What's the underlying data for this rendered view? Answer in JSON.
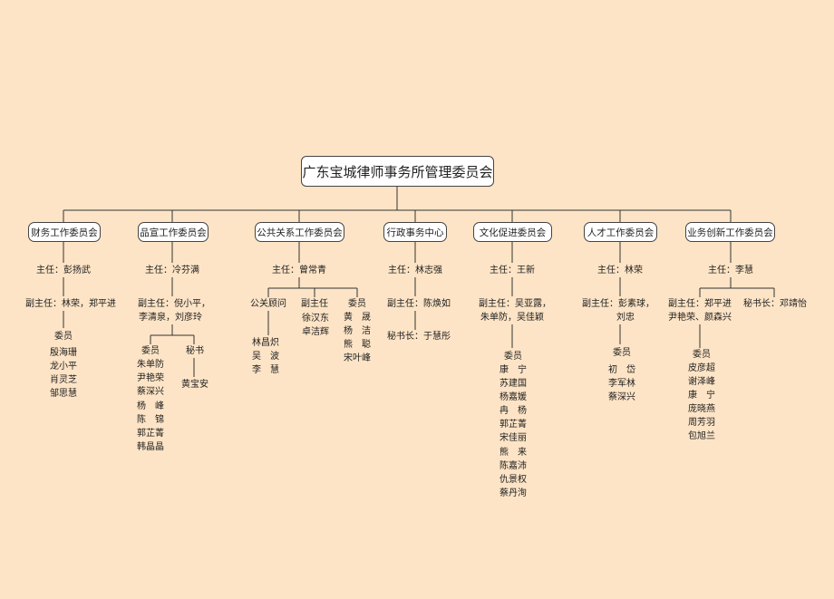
{
  "title": "广东宝城律师事务所管理委员会",
  "departments": [
    {
      "name": "财务工作委员会",
      "director": "主任：彭扬武",
      "deputy": "副主任：林荣，郑平进",
      "members_label": "委员",
      "members": [
        "殷海珊",
        "龙小平",
        "肖灵芝",
        "邹思慧"
      ]
    },
    {
      "name": "品宣工作委员会",
      "director": "主任：冷芬满",
      "deputy": [
        "副主任：倪小平，",
        "李清泉，刘彦玲"
      ],
      "members_label": "委员",
      "members": [
        "朱单防",
        "尹艳荣",
        "蔡深兴",
        "杨　峰",
        "陈　锦",
        "郭芷菁",
        "韩晶晶"
      ],
      "secretary_label": "秘书",
      "secretary": "黄宝安"
    },
    {
      "name": "公共关系工作委员会",
      "director": "主任：曾常青",
      "advisor_label": "公关顾问",
      "advisors": [
        "林昌炽",
        "吴　波",
        "李　慧"
      ],
      "deputy_label": "副主任",
      "deputies": [
        "徐汉东",
        "卓洁辉"
      ],
      "members_label": "委员",
      "members": [
        "黄　晟",
        "杨　洁",
        "熊　聪",
        "宋叶峰"
      ]
    },
    {
      "name": "行政事务中心",
      "director": "主任：林志强",
      "deputy": "副主任：陈焕如",
      "secretary_general": "秘书长：于慧彤"
    },
    {
      "name": "文化促进委员会",
      "director": "主任：王新",
      "deputy": [
        "副主任：吴亚露，",
        "朱单防，吴佳颖"
      ],
      "members_label": "委员",
      "members": [
        "康　宁",
        "苏建国",
        "杨嘉媛",
        "冉　杨",
        "郭芷菁",
        "宋佳丽",
        "熊　来",
        "陈嘉沛",
        "仇景权",
        "蔡丹洵"
      ]
    },
    {
      "name": "人才工作委员会",
      "director": "主任：林荣",
      "deputy": [
        "副主任：彭素球，",
        "刘忠"
      ],
      "members_label": "委员",
      "members": [
        "初　岱",
        "李军林",
        "蔡深兴"
      ]
    },
    {
      "name": "业务创新工作委员会",
      "director": "主任：李慧",
      "deputy": [
        "副主任：郑平进",
        "尹艳荣、颜森兴"
      ],
      "secretary_general": "秘书长：邓靖怡",
      "members_label": "委员",
      "members": [
        "皮彦超",
        "谢泽峰",
        "康　宁",
        "庞晓燕",
        "周芳羽",
        "包旭兰"
      ]
    }
  ]
}
